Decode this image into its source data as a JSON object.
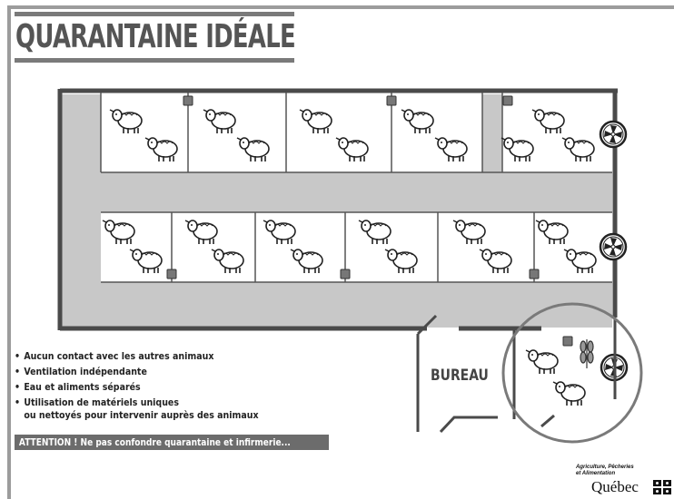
{
  "title": "QUARANTAINE IDÉALE",
  "bullets": [
    "Aucun contact avec les autres animaux",
    "Ventilation indépendante",
    "Eau et aliments séparés",
    "Utilisation de matériels uniques",
    "ou nettoyés pour intervenir auprès des animaux"
  ],
  "attention": "ATTENTION ! Ne pas confondre quarantaine et infirmerie...",
  "bureau_label": "BUREAU",
  "logo": {
    "ministry_line1": "Agriculture, Pêcheries",
    "ministry_line2": "et Alimentation",
    "quebec": "Québec"
  },
  "colors": {
    "wall": "#4a4a4a",
    "corridor": "#c8c8c8",
    "frame": "#9c9c9c"
  },
  "icons": [
    "sheep-icon",
    "fan-icon",
    "feeder-icon",
    "hay-icon"
  ]
}
